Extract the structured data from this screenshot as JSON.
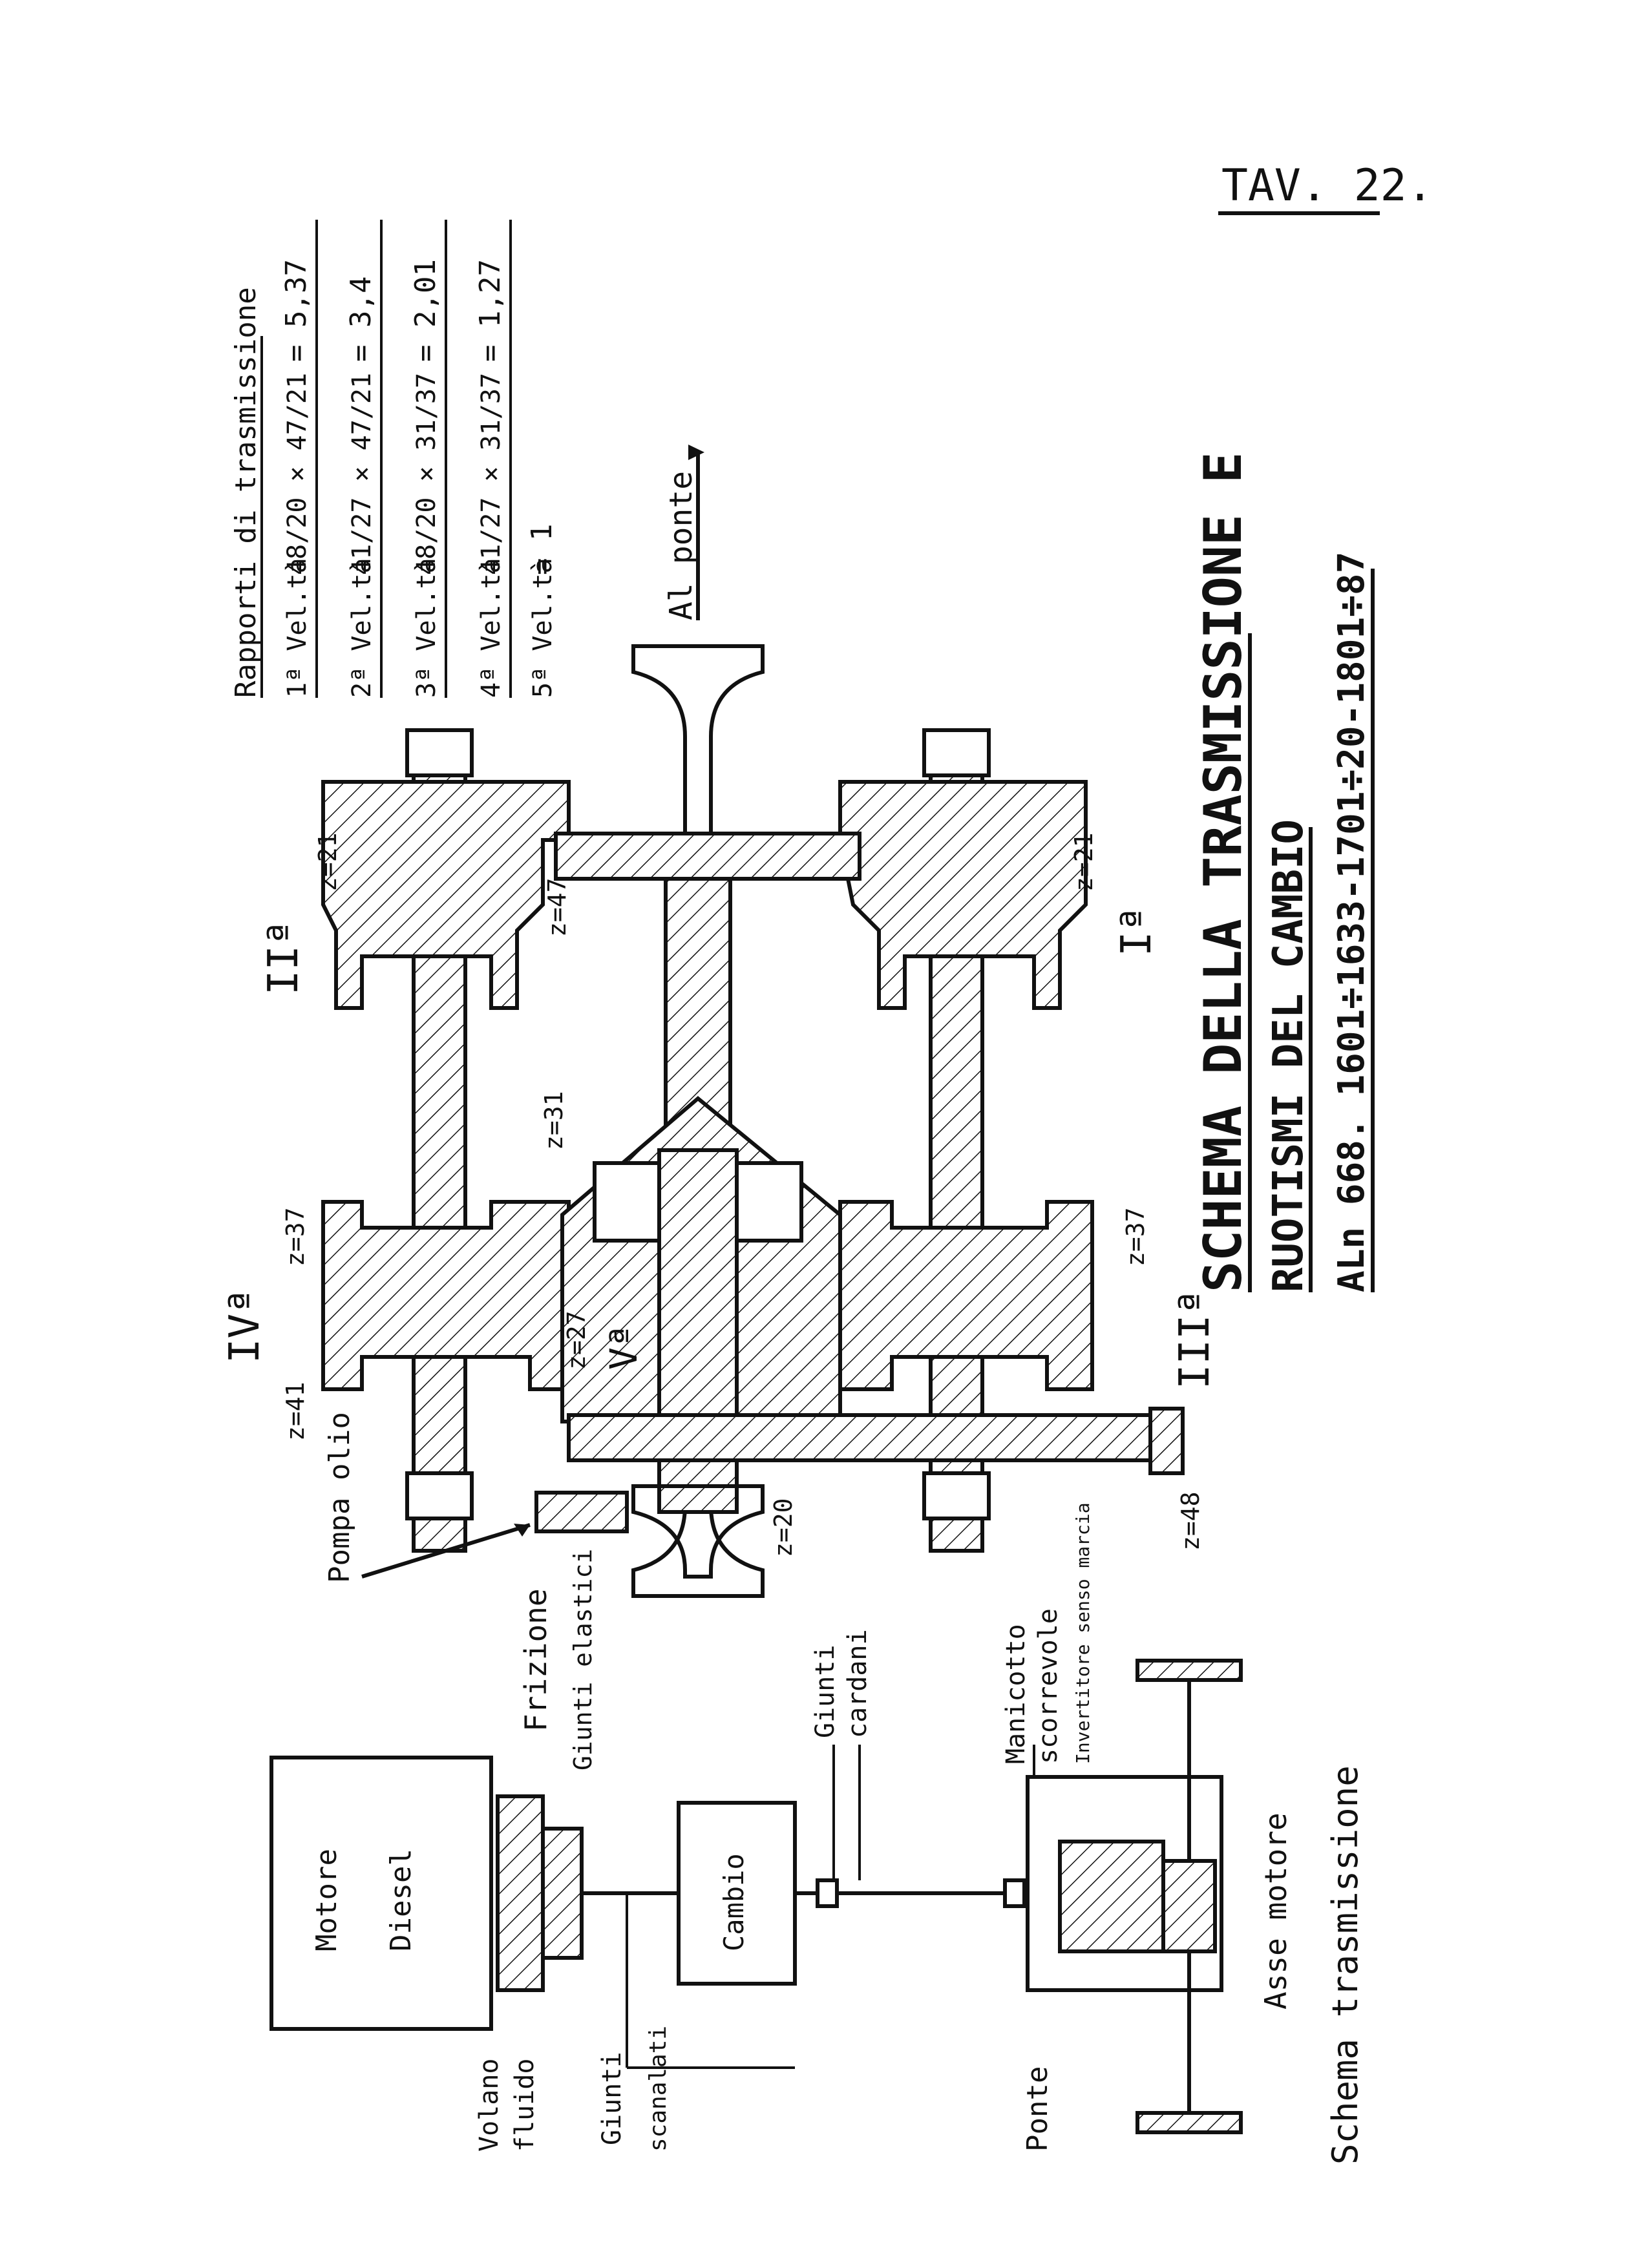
{
  "sheet": {
    "table_number": "TAV. 22."
  },
  "title_block": {
    "line1": "SCHEMA DELLA TRASMISSIONE E",
    "line2": "RUOTISMI DEL CAMBIO",
    "line3": "ALn 668. 1601÷1633-1701÷20-1801÷87"
  },
  "ratios": {
    "heading": "Rapporti di trasmissione",
    "rows": [
      {
        "label": "1ª Vel.tà",
        "formula": "48/20 × 47/21",
        "result": "= 5,37"
      },
      {
        "label": "2ª Vel.tà",
        "formula": "41/27 × 47/21",
        "result": "= 3,4"
      },
      {
        "label": "3ª Vel.tà",
        "formula": "48/20 × 31/37",
        "result": "= 2,01"
      },
      {
        "label": "4ª Vel.tà",
        "formula": "41/27 × 31/37",
        "result": "= 1,27"
      },
      {
        "label": "5ª Vel.tà",
        "formula": "",
        "result": "= 1"
      }
    ]
  },
  "gearbox": {
    "al_ponte": "Al ponte",
    "pompa_olio": "Pompa olio",
    "speeds": {
      "first": "Iª",
      "second": "IIª",
      "third": "IIIª",
      "fourth": "IVª",
      "fifth": "Vª"
    },
    "teeth": {
      "z21_top": "z=21",
      "z47": "z=47",
      "z21_bottom": "z=21",
      "z31": "z=31",
      "z37_top": "z=37",
      "z37_bottom": "z=37",
      "z27": "z=27",
      "z41": "z=41",
      "z20": "z=20",
      "z48": "z=48"
    }
  },
  "transmission_schema": {
    "caption": "Schema trasmissione",
    "labels": {
      "motore_diesel_1": "Motore",
      "motore_diesel_2": "Diesel",
      "frizione": "Frizione",
      "giunti_elastici": "Giunti elastici",
      "cambio": "Cambio",
      "giunti_cardani_1": "Giunti",
      "giunti_cardani_2": "cardani",
      "manicotto_1": "Manicotto",
      "manicotto_2": "scorrevole",
      "invertitore": "Invertitore senso marcia",
      "volano_1": "Volano",
      "volano_2": "fluido",
      "giunti_scanalati_1": "Giunti",
      "giunti_scanalati_2": "scanalati",
      "ponte": "Ponte",
      "asse_motore": "Asse motore"
    }
  }
}
